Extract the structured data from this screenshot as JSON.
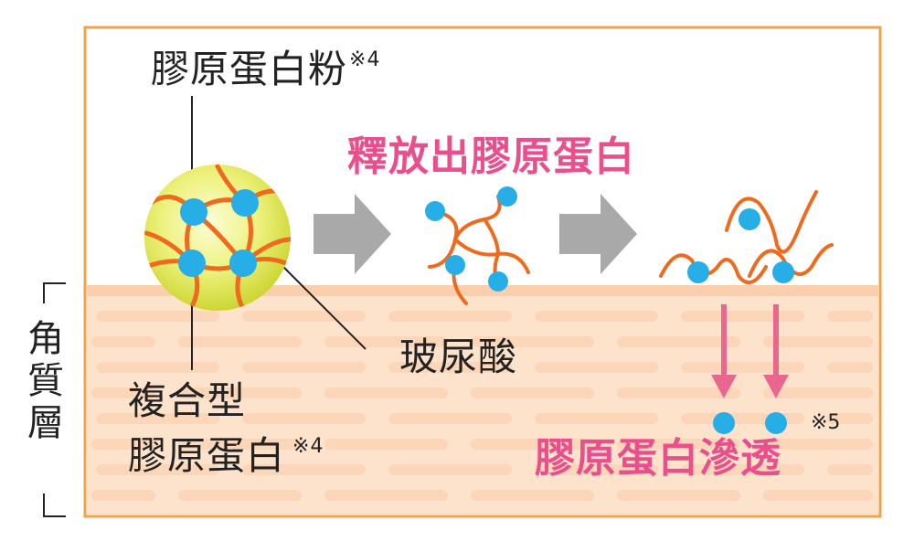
{
  "labels": {
    "collagen_powder": "膠原蛋白粉",
    "collagen_powder_note": "※4",
    "release": "釋放出膠原蛋白",
    "hyaluronic_acid": "玻尿酸",
    "composite_line1": "複合型",
    "composite_line2": "膠原蛋白",
    "composite_note": "※4",
    "penetration": "膠原蛋白滲透",
    "penetration_note": "※5",
    "stratum_corneum": "角質層"
  },
  "colors": {
    "frame": "#f2a04a",
    "skin": "#fde3cc",
    "skin_band": "#f9cfae",
    "skin_stripe": "#fbd6b9",
    "fiber": "#ee6a1e",
    "dot": "#27aee6",
    "sphere": "#e6ee5a",
    "arrow_grey": "#a9a9a9",
    "arrow_pink": "#e9668f",
    "pink_text": "#e94f8d"
  }
}
